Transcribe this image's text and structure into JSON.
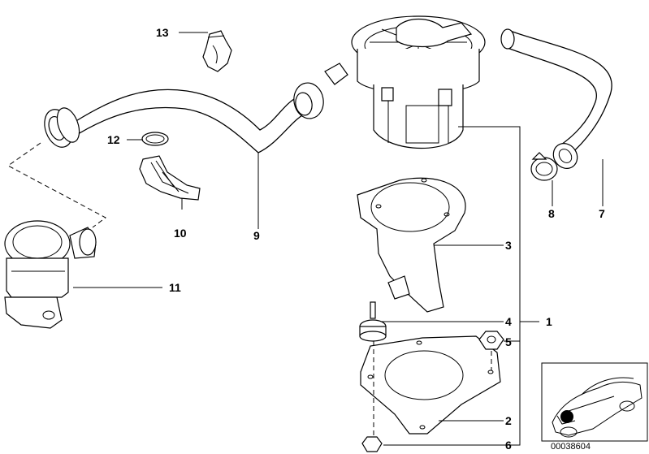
{
  "callouts": {
    "c1": "1",
    "c2": "2",
    "c3": "3",
    "c4": "4",
    "c5": "5",
    "c6": "6",
    "c7": "7",
    "c8": "8",
    "c9": "9",
    "c10": "10",
    "c11": "11",
    "c12": "12",
    "c13": "13"
  },
  "thumbnail": {
    "part_number": "00038604"
  },
  "colors": {
    "ink": "#000000",
    "background": "#ffffff"
  }
}
